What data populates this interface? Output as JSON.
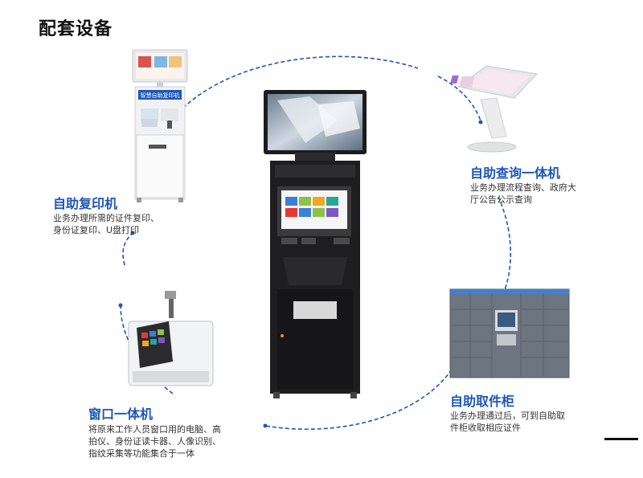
{
  "page_title": "配套设备",
  "colors": {
    "accent": "#1f56b8",
    "kiosk_body": "#1c1c1e",
    "screen_blue": "#3c7fd8"
  },
  "devices": {
    "copier": {
      "title": "自助复印机",
      "desc_lines": [
        "业务办理所需的证件复印、",
        "身份证复印、U盘打印"
      ],
      "screen_text": "智慧自助复印机"
    },
    "query": {
      "title": "自助查询一体机",
      "desc_lines": [
        "业务办理流程查询、政府大",
        "厅公告公示查询"
      ]
    },
    "window": {
      "title": "窗口一体机",
      "desc_lines": [
        "将原来工作人员窗口用的电脑、高",
        "拍仪、身份证读卡器、人像识别、",
        "指纹采集等功能集合于一体"
      ]
    },
    "locker": {
      "title": "自助取件柜",
      "desc_lines": [
        "业务办理通过后，可到自助取",
        "件柜收取相应证件"
      ]
    }
  }
}
